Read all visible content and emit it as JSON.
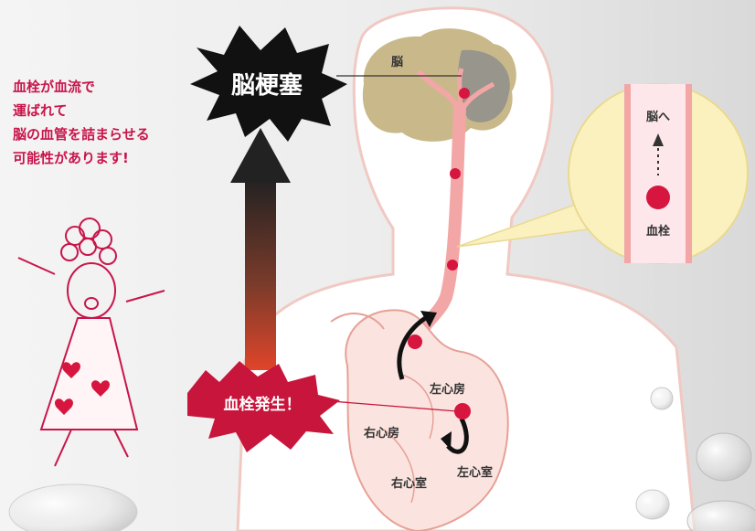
{
  "diagram": {
    "infarct_label": "脳梗塞",
    "clot_label": "血栓発生！",
    "brain_label": "脳",
    "left_atrium": "左心房",
    "right_atrium": "右心房",
    "left_ventricle": "左心室",
    "right_ventricle": "右心室",
    "zoom_label_top": "脳へ",
    "zoom_label_bottom": "血栓",
    "note_lines": [
      "血栓が血流で",
      "運ばれて",
      "脳の血管を詰まらせる",
      "可能性があります!"
    ]
  },
  "colors": {
    "clot": "#d6163f",
    "vessel": "#f3a6a6",
    "brain": "#c9b98a",
    "body": "#ffffff",
    "zoom_bg": "#fbf1bf",
    "burst": "#111111",
    "hand_text": "#c8154a"
  }
}
